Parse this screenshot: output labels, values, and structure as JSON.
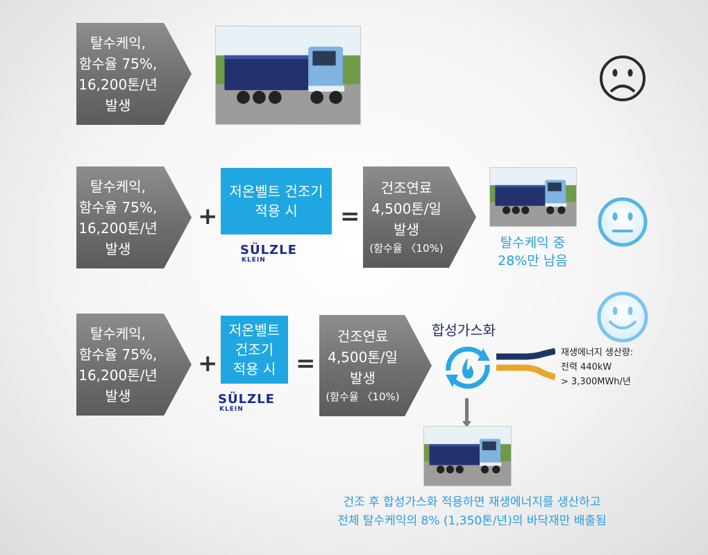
{
  "rows": [
    {
      "input": [
        "탈수케익,",
        "함수율 75%,",
        "16,200톤/년",
        "발생"
      ]
    },
    {
      "input": [
        "탈수케익,",
        "함수율 75%,",
        "16,200톤/년",
        "발생"
      ],
      "plus": "+",
      "dryer": [
        "저온벨트 건조기",
        "적용 시"
      ],
      "brand": {
        "name": "SÜLZLE",
        "sub": "KLEIN"
      },
      "equals": "=",
      "output": [
        "건조연료",
        "4,500톤/일",
        "발생"
      ],
      "output_note": "(함수율 〈10%)",
      "result": [
        "탈수케익 중",
        "28%만 남음"
      ]
    },
    {
      "input": [
        "탈수케익,",
        "함수율 75%,",
        "16,200톤/년",
        "발생"
      ],
      "plus": "+",
      "dryer": [
        "저온벨트",
        "건조기",
        "적용 시"
      ],
      "brand": {
        "name": "SÜLZLE",
        "sub": "KLEIN"
      },
      "equals": "=",
      "output": [
        "건조연료",
        "4,500톤/일",
        "발생"
      ],
      "output_note": "(함수율 〈10%)",
      "process": "합성가스화",
      "energy": [
        "재생에너지 생산량:",
        "전력 440kW",
        "> 3,300MWh/년"
      ]
    }
  ],
  "faces": [
    "sad-face-icon",
    "neutral-face-icon",
    "happy-face-icon"
  ],
  "footer": [
    "건조 후 합성가스화 적용하면 재생에너지를 생산하고",
    "전체 탈수케익의 8% (1,350톤/년)의 바닥재만 배출됨"
  ],
  "colors": {
    "accent": "#20a7e2",
    "arrow": "#6f6f6f",
    "brand": "#1b2c8c",
    "band_navy": "#1f3566",
    "band_gold": "#e8a72c"
  }
}
